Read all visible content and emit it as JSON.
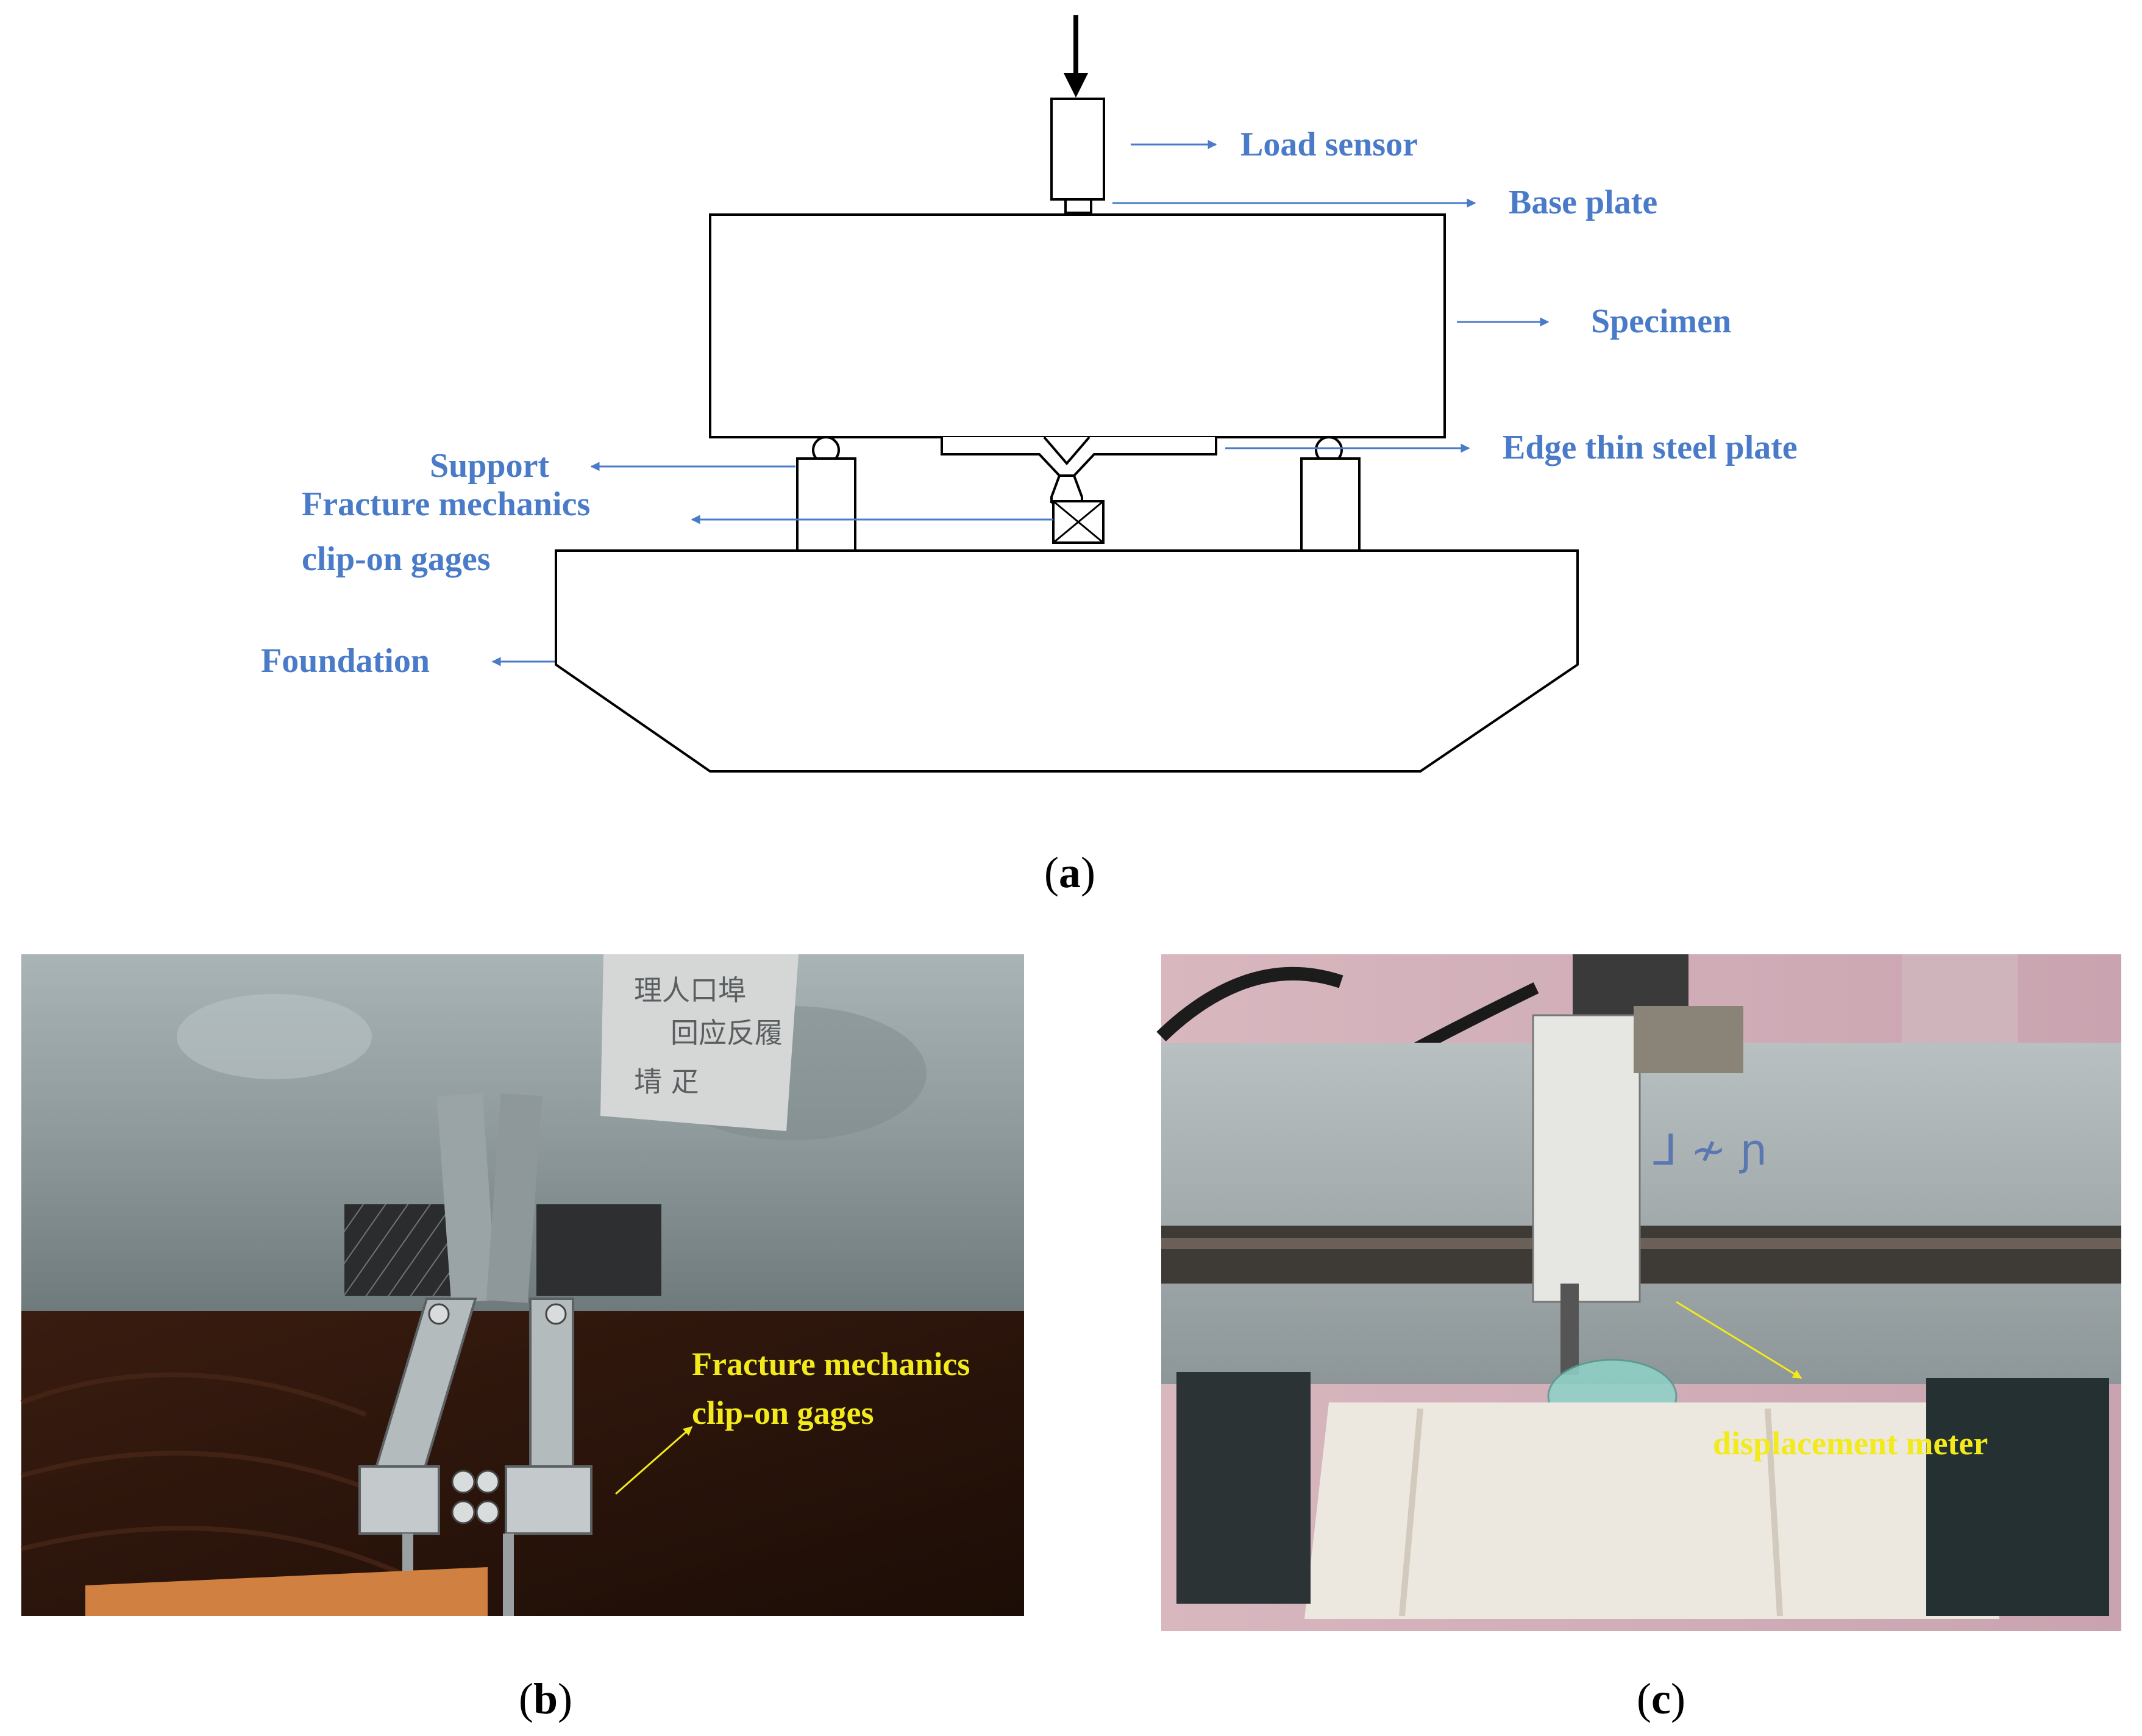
{
  "diagram_a": {
    "labels": {
      "load_sensor": "Load sensor",
      "base_plate": "Base plate",
      "specimen": "Specimen",
      "edge_thin_steel_plate": "Edge thin steel plate",
      "support": "Support",
      "clip_gage_line1": "Fracture mechanics",
      "clip_gage_line2": "clip-on gages",
      "foundation": "Foundation"
    },
    "caption": "a"
  },
  "photo_b": {
    "label_line1": "Fracture mechanics",
    "label_line2": "clip-on gages",
    "caption": "b"
  },
  "photo_c": {
    "label": "displacement meter",
    "caption": "c"
  },
  "colors": {
    "label_blue": "#4a7bc8",
    "label_yellow": "#f2ea1a",
    "outline": "#000000"
  }
}
